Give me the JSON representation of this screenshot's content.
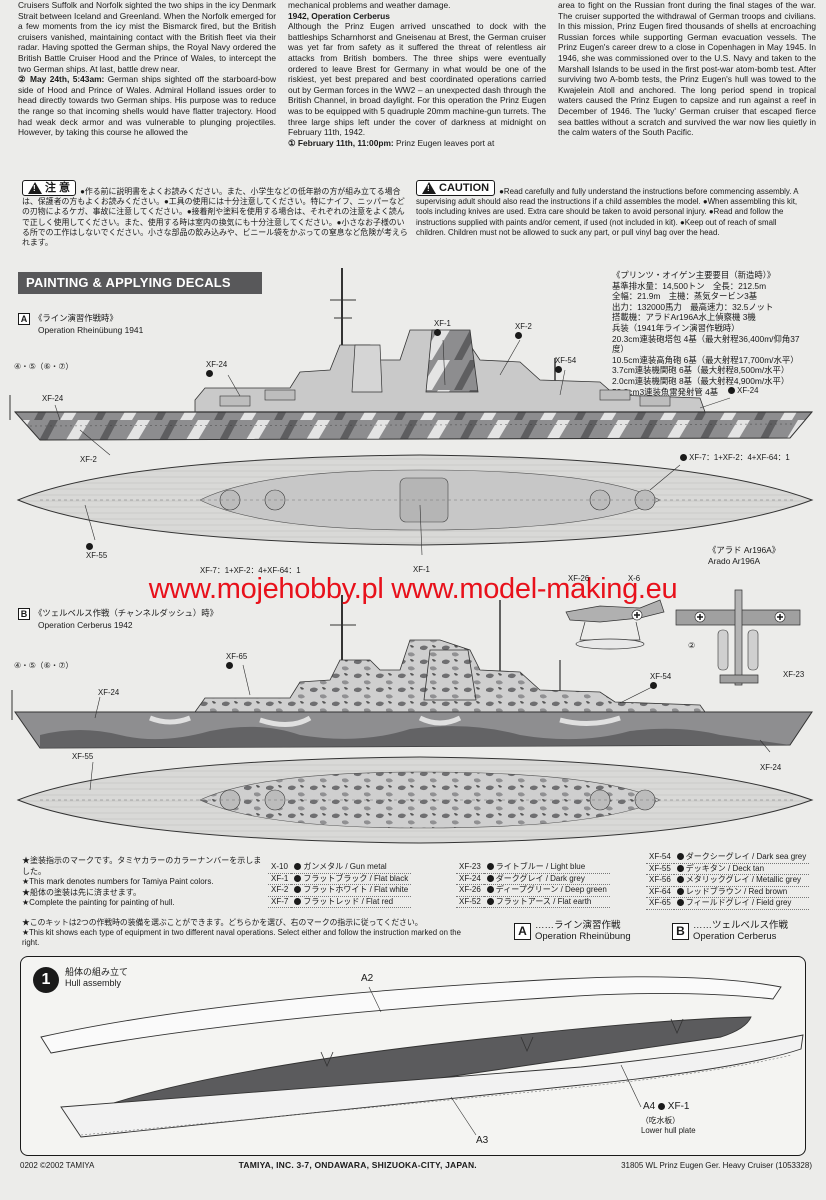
{
  "story": {
    "col1": [
      {
        "t": "Cruisers Suffolk and Norfolk sighted the two ships in the icy Denmark Strait between Iceland and Greenland. When the Norfolk emerged for a few moments from the icy mist the Bismarck fired, but the British cruisers vanished, maintaining contact with the British fleet via their radar. Having spotted the German ships, the Royal Navy ordered the British Battle Cruiser Hood and the Prince of Wales, to intercept the two German ships. At last, battle drew near."
      },
      {
        "hd": "② May 24th, 5:43am:",
        "t": " German ships sighted off the starboard-bow side of Hood and Prince of Wales. Admiral Holland issues order to head directly towards two German ships. His purpose was to reduce the range so that incoming shells would have flatter trajectory. Hood had weak deck armor and was vulnerable to plunging projectiles. However, by taking this course he allowed the"
      }
    ],
    "col2": [
      {
        "t": "mechanical problems and weather damage."
      },
      {
        "hd": "1942, Operation Cerberus",
        "t": ""
      },
      {
        "t": "Although the Prinz Eugen arrived unscathed to dock with the battleships Scharnhorst and Gneisenau at Brest, the German cruiser was yet far from safety as it suffered the threat of relentless air attacks from British bombers. The three ships were eventually ordered to leave Brest for Germany in what would be one of the riskiest, yet best prepared and best coordinated operations carried out by German forces in the WW2 – an unexpected dash through the British Channel, in broad daylight. For this operation the Prinz Eugen was to be equipped with 5 quadruple 20mm machine-gun turrets. The three large ships left under the cover of darkness at midnight on February 11th, 1942."
      },
      {
        "hd": "① February 11th, 11:00pm:",
        "t": " Prinz Eugen leaves port at"
      }
    ],
    "col3": [
      {
        "t": "area to fight on the Russian front during the final stages of the war. The cruiser supported the withdrawal of German troops and civilians. In this mission, Prinz Eugen fired thousands of shells at encroaching Russian forces while supporting German evacuation vessels. The Prinz Eugen's career drew to a close in Copenhagen in May 1945. In 1946, she was commissioned over to the U.S. Navy and taken to the Marshall Islands to be used in the first post-war atom-bomb test. After surviving two A-bomb tests, the Prinz Eugen's hull was towed to the Kwajelein Atoll and anchored. The long period spend in tropical waters caused the Prinz Eugen to capsize and run against a reef in December of 1946. The 'lucky' German cruiser that escaped fierce sea battles without a scratch and survived the war now lies quietly in the calm waters of the South Pacific."
      }
    ]
  },
  "caution": {
    "jp_badge": "注 意",
    "jp_text": "●作る前に説明書をよくお読みください。また、小学生などの低年齢の方が組み立てる場合は、保護者の方もよくお読みください。●工具の使用には十分注意してください。特にナイフ、ニッパーなどの刃物によるケガ、事故に注意してください。●接着剤や塗料を使用する場合は、それぞれの注意をよく読んで正しく使用してください。また、使用する時は室内の換気にも十分注意してください。●小さなお子様のいる所での工作はしないでください。小さな部品の飲み込みや、ビニール袋をかぶっての窒息など危険が考えられます。",
    "en_badge": "CAUTION",
    "en_text": "●Read carefully and fully understand the instructions before commencing assembly. A supervising adult should also read the instructions if a child assembles the model. ●When assembling this kit, tools including knives are used. Extra care should be taken to avoid personal injury. ●Read and follow the instructions supplied with paints and/or cement, if used (not included in kit). ●Keep out of reach of small children. Children must not be allowed to suck any part, or pull vinyl bag over the head."
  },
  "section_title": "PAINTING & APPLYING DECALS",
  "specs": {
    "title": "《プリンツ・オイゲン主要要目（新造時）》",
    "lines": [
      "基準排水量：14,500トン　全長：212.5m",
      "全幅：21.9m　主機：蒸気タービン3基",
      "出力：132000馬力　最高速力：32.5ノット",
      "搭載機：アラドAr196A水上偵察機 3機",
      "兵装（1941年ライン演習作戦時）",
      "20.3cm連装砲塔包 4基（最大射程36,400m/仰角37度）",
      "10.5cm連装高角砲 6基（最大射程17,700m/水平）",
      "3.7cm連装機関砲 6基（最大射程8,500m/水平）",
      "2.0cm連装機関砲 8基（最大射程4,900m/水平）",
      "53.3cm3連装魚雷発射管 4基"
    ]
  },
  "op_a": {
    "letter": "A",
    "jp": "《ライン演習作戦時》",
    "en": "Operation Rheinübung 1941"
  },
  "op_b": {
    "letter": "B",
    "jp": "《ツェルベルス作戦（チャンネルダッシュ）時》",
    "en": "Operation Cerberus 1942"
  },
  "arado": {
    "jp": "《アラド Ar196A》",
    "en": "Arado Ar196A"
  },
  "decal_numbers": "④・⑤（⑥・⑦）",
  "callouts_a": {
    "xf1": "XF-1",
    "xf2": "XF-2",
    "xf24a": "XF-24",
    "xf24b": "XF-24",
    "xf24c": "XF-24",
    "xf54": "XF-54",
    "xf2b": "XF-2",
    "xf55": "XF-55",
    "mix": "XF-7：1+XF-2：4+XF-64：1",
    "mix2": "XF-7：1+XF-2：4+XF-64：1",
    "xf1b": "XF-1"
  },
  "callouts_b": {
    "xf65": "XF-65",
    "xf24a": "XF-24",
    "xf54": "XF-54",
    "xf55": "XF-55",
    "xf24b": "XF-24",
    "xf26": "XF-26",
    "xf6": "X-6",
    "xf23": "XF-23",
    "plane_num": "②"
  },
  "watermark": "www.mojehobby.pl www.model-making.eu",
  "legend": {
    "notes": [
      "★塗装指示のマークです。タミヤカラーのカラーナンバーを示しました。",
      "★This mark denotes numbers for Tamiya Paint colors.",
      "★船体の塗装は先に済ませます。",
      "★Complete the painting for painting of hull."
    ],
    "col1": [
      [
        "X-10",
        "ガンメタル / Gun metal"
      ],
      [
        "XF-1",
        "フラットブラック / Flat black"
      ],
      [
        "XF-2",
        "フラットホワイト / Flat white"
      ],
      [
        "XF-7",
        "フラットレッド / Flat red"
      ]
    ],
    "col2": [
      [
        "XF-23",
        "ライトブルー / Light blue"
      ],
      [
        "XF-24",
        "ダークグレイ / Dark grey"
      ],
      [
        "XF-26",
        "ディープグリーン / Deep green"
      ],
      [
        "XF-52",
        "フラットアース / Flat earth"
      ]
    ],
    "col3": [
      [
        "XF-54",
        "ダークシーグレイ / Dark sea grey"
      ],
      [
        "XF-55",
        "デッキタン / Deck tan"
      ],
      [
        "XF-56",
        "メタリックグレイ / Metallic grey"
      ],
      [
        "XF-64",
        "レッドブラウン / Red brown"
      ],
      [
        "XF-65",
        "フィールドグレイ / Field grey"
      ]
    ],
    "choice_jp": "★このキットは2つの作戦時の装備を選ぶことができます。どちらかを選び、右のマークの指示に従ってください。",
    "choice_en": "★This kit shows each type of equipment in two different naval operations. Select either and follow the instruction marked on the right.",
    "opA_jp": "……ライン演習作戦",
    "opA_en": "Operation Rheinübung",
    "opB_jp": "……ツェルベルス作戦",
    "opB_en": "Operation Cerberus"
  },
  "step1": {
    "num": "1",
    "jp": "船体の組み立て",
    "en": "Hull assembly",
    "a2": "A2",
    "a3": "A3",
    "a4": "A4",
    "a4_color": "XF-1",
    "a4_jp": "（吃水板）",
    "a4_en": "Lower hull plate"
  },
  "footer": {
    "left": "0202 ©2002 TAMIYA",
    "center": "TAMIYA, INC. 3-7, ONDAWARA, SHIZUOKA-CITY, JAPAN.",
    "right": "31805  WL Prinz Eugen Ger. Heavy Cruiser (1053328)"
  }
}
